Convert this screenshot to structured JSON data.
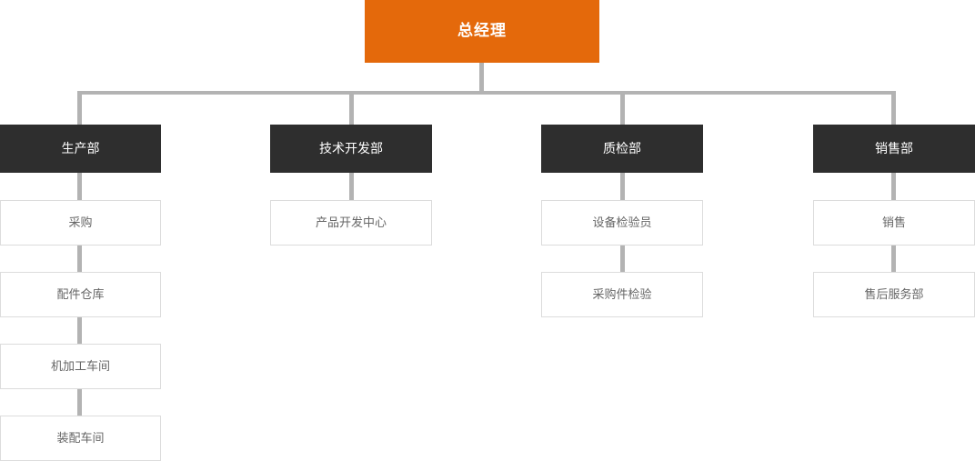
{
  "chart": {
    "type": "org-chart",
    "title": "",
    "colors": {
      "root_bg": "#e4690b",
      "root_text": "#ffffff",
      "dept_bg": "#2e2e2e",
      "dept_text": "#ffffff",
      "sub_bg": "#ffffff",
      "sub_border": "#dcdcdc",
      "sub_text": "#666666",
      "connector": "#b3b3b3",
      "page_bg": "#ffffff"
    },
    "root": {
      "label": "总经理"
    },
    "departments": [
      {
        "label": "生产部",
        "children": [
          {
            "label": "采购"
          },
          {
            "label": "配件仓库"
          },
          {
            "label": "机加工车间"
          },
          {
            "label": "装配车间"
          }
        ]
      },
      {
        "label": "技术开发部",
        "children": [
          {
            "label": "产品开发中心"
          }
        ]
      },
      {
        "label": "质检部",
        "children": [
          {
            "label": "设备检验员"
          },
          {
            "label": "采购件检验"
          }
        ]
      },
      {
        "label": "销售部",
        "children": [
          {
            "label": "销售"
          },
          {
            "label": "售后服务部"
          }
        ]
      }
    ]
  }
}
